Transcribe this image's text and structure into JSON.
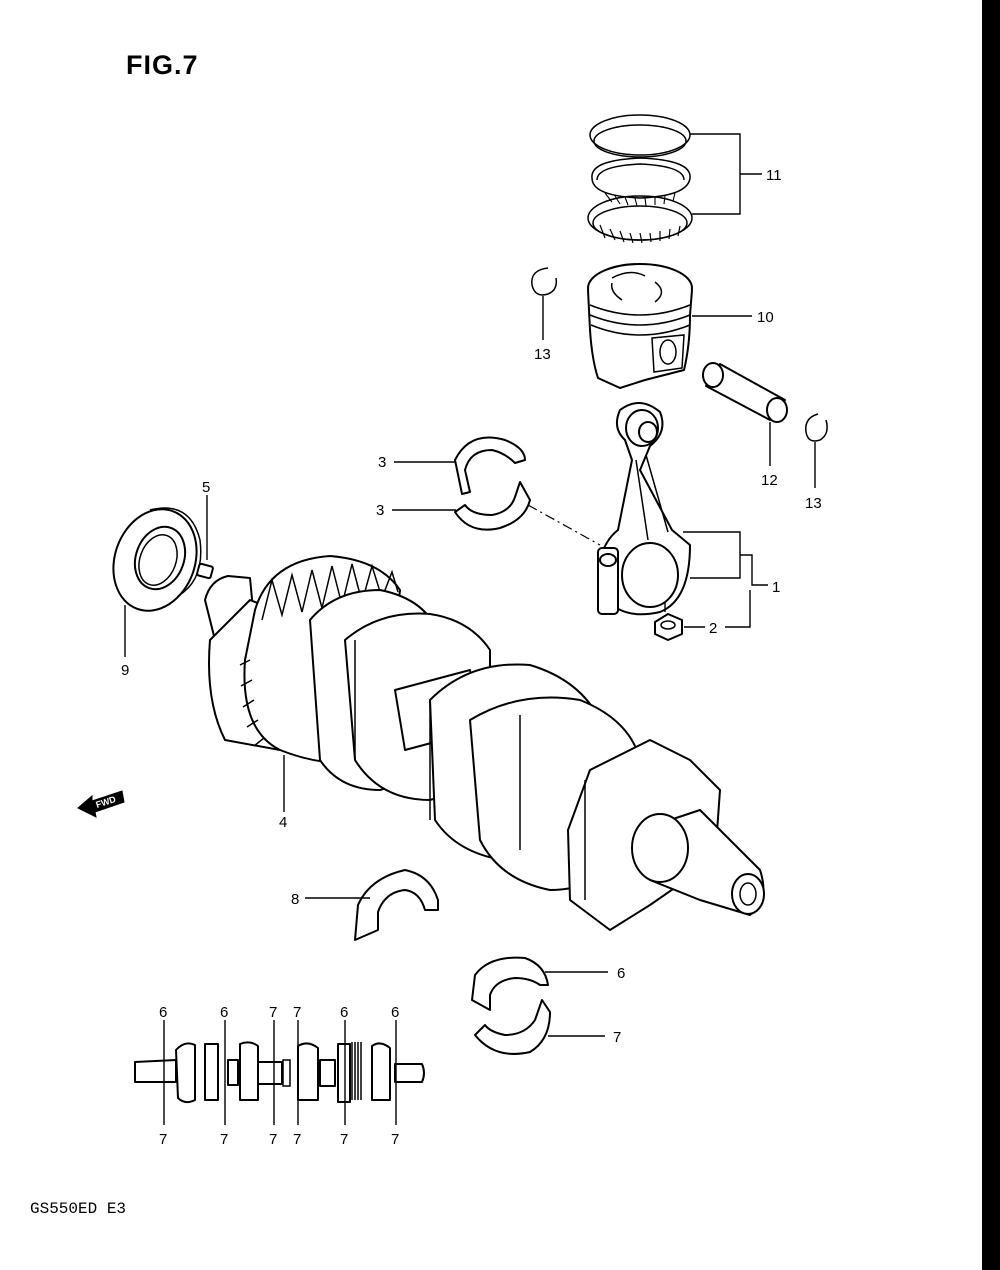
{
  "figure": {
    "title": "FIG.7",
    "model_code": "GS550ED  E3",
    "direction_arrow_text": "FWD"
  },
  "callouts": {
    "c1": "1",
    "c2": "2",
    "c3a": "3",
    "c3b": "3",
    "c4": "4",
    "c5": "5",
    "c6_bearing": "6",
    "c7_bearing": "7",
    "c8": "8",
    "c9": "9",
    "c10": "10",
    "c11": "11",
    "c12": "12",
    "c13a": "13",
    "c13b": "13"
  },
  "journal_map": {
    "top_labels": [
      "6",
      "6",
      "7",
      "7",
      "6",
      "6"
    ],
    "bottom_labels": [
      "7",
      "7",
      "7",
      "7",
      "7",
      "7"
    ]
  }
}
